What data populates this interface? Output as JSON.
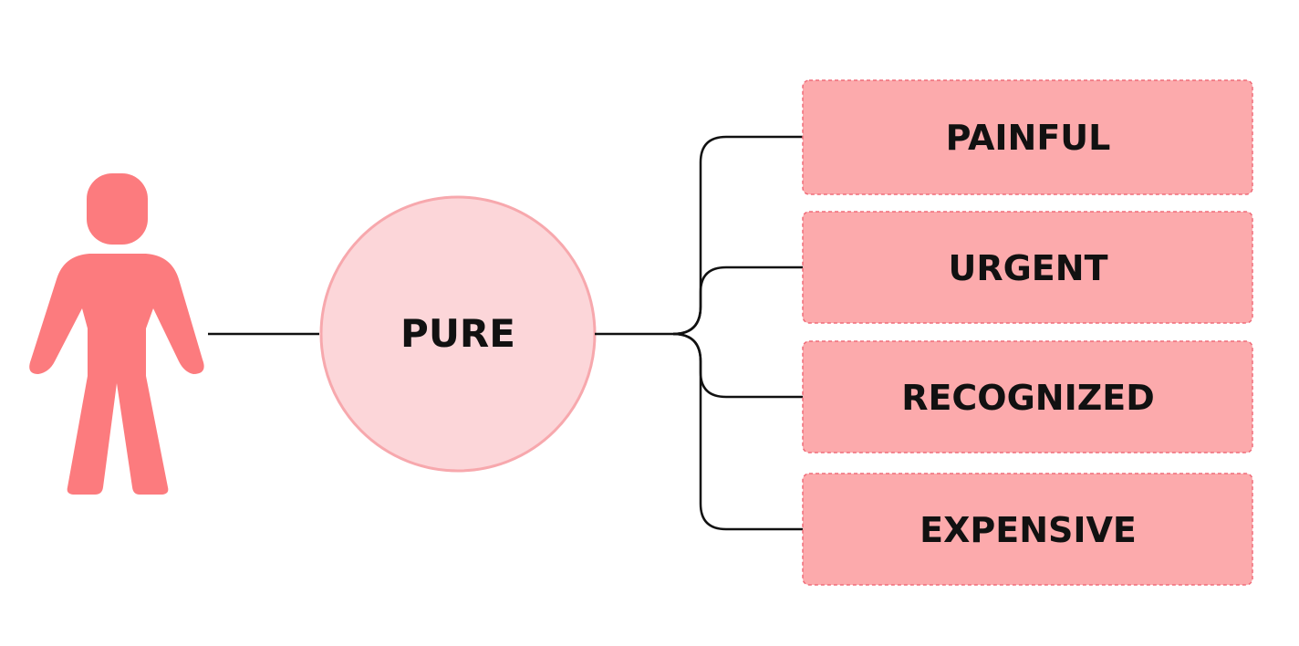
{
  "center": {
    "label": "PURE",
    "fill": "#fcd6d9",
    "stroke": "#f7a8ad"
  },
  "figure": {
    "icon": "person-icon",
    "color": "#fc7b7e"
  },
  "attributes": [
    {
      "label": "PAINFUL"
    },
    {
      "label": "URGENT"
    },
    {
      "label": "RECOGNIZED"
    },
    {
      "label": "EXPENSIVE"
    }
  ],
  "box_style": {
    "fill": "#fcaaac",
    "stroke": "#f06c79"
  },
  "connector_color": "#111111"
}
